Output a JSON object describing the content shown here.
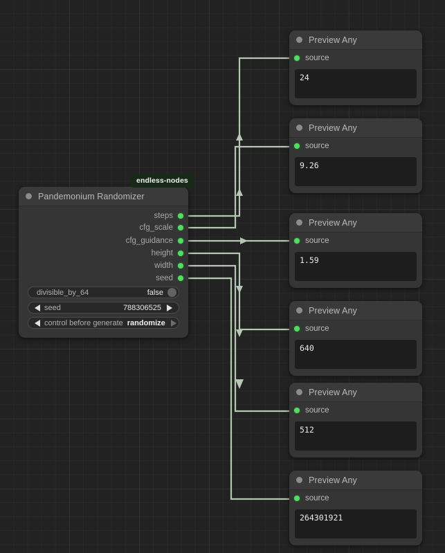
{
  "graph": {
    "background": "#222222",
    "wire_color": "#b6c8b4",
    "slot_color": "#4ce05e"
  },
  "randomizer_node": {
    "badge": "endless-nodes",
    "title": "Pandemonium Randomizer",
    "header_icon": "circle-icon",
    "outputs": [
      {
        "label": "steps"
      },
      {
        "label": "cfg_scale"
      },
      {
        "label": "cfg_guidance"
      },
      {
        "label": "height"
      },
      {
        "label": "width"
      },
      {
        "label": "seed"
      }
    ],
    "widgets": [
      {
        "type": "toggle",
        "label": "divisible_by_64",
        "value": "false"
      },
      {
        "type": "stepper",
        "label": "seed",
        "value": "788306525"
      },
      {
        "type": "combo",
        "label": "control before generate",
        "value": "randomize"
      }
    ]
  },
  "preview_nodes": [
    {
      "title": "Preview Any",
      "input_label": "source",
      "value": "24"
    },
    {
      "title": "Preview Any",
      "input_label": "source",
      "value": "9.26"
    },
    {
      "title": "Preview Any",
      "input_label": "source",
      "value": "1.59"
    },
    {
      "title": "Preview Any",
      "input_label": "source",
      "value": "640"
    },
    {
      "title": "Preview Any",
      "input_label": "source",
      "value": "512"
    },
    {
      "title": "Preview Any",
      "input_label": "source",
      "value": "264301921"
    }
  ]
}
